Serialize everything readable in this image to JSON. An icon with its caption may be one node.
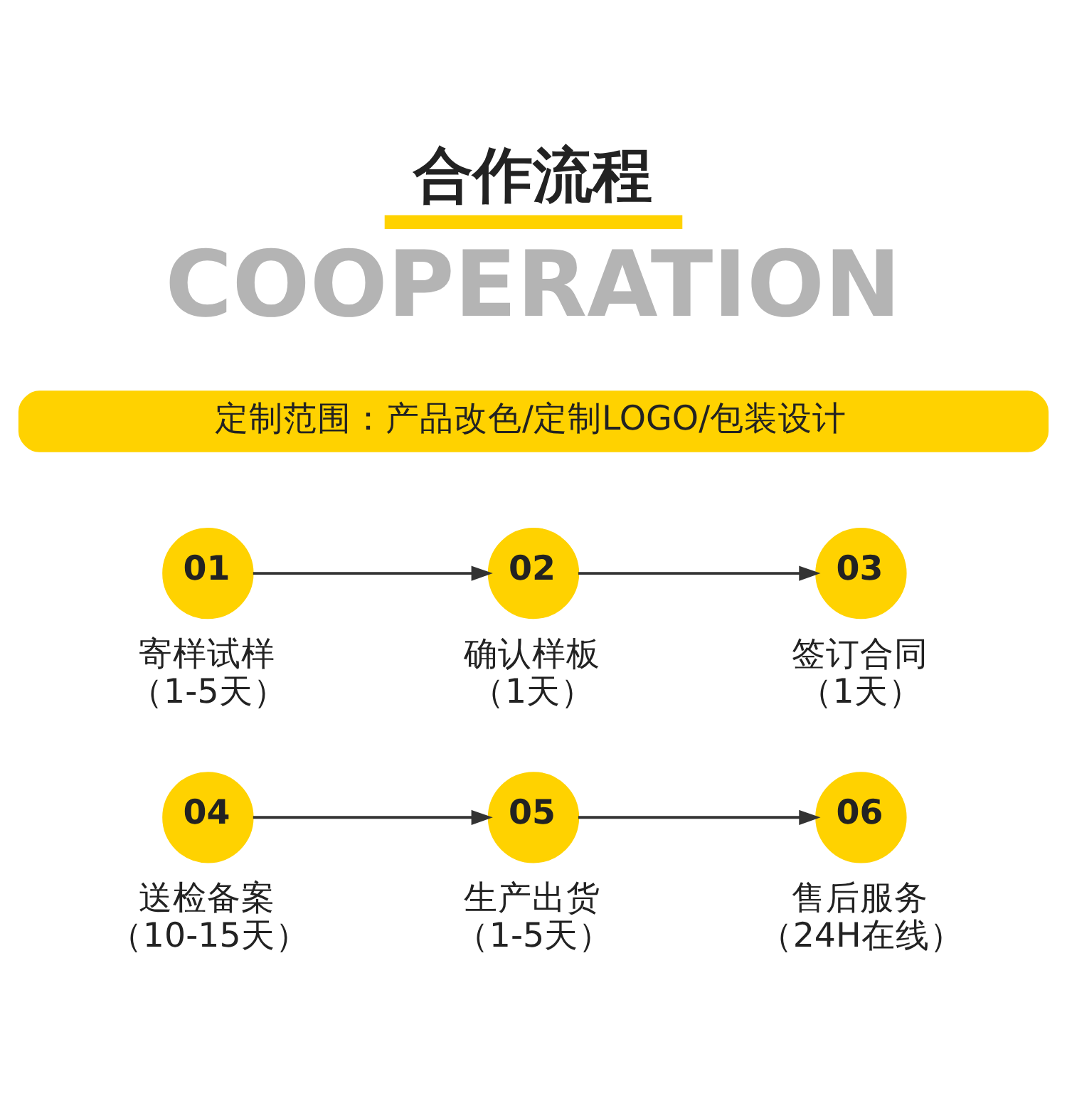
{
  "diagram": {
    "title": "合作流程",
    "nodes": [
      {
        "text": [
          "定制范围：产品改色/定制LOGO/包装设计"
        ]
      },
      {
        "text": [
          "01"
        ],
        "beside": [
          "寄样试样",
          "（1-5天）"
        ]
      },
      {
        "text": [
          "02"
        ],
        "beside": [
          "确认样板",
          "（1天）"
        ]
      },
      {
        "text": [
          "03"
        ],
        "beside": [
          "签订合同",
          "（1天）"
        ]
      },
      {
        "text": [
          "04"
        ],
        "beside": [
          "送检备案",
          "（10-15天）"
        ]
      },
      {
        "text": [
          "05"
        ],
        "beside": [
          "生产出货",
          "（1-5天）"
        ]
      },
      {
        "text": [
          "06"
        ],
        "beside": [
          "售后服务",
          "（24H在线）"
        ]
      }
    ],
    "edges": [
      {
        "from": 1,
        "to": 2,
        "arrow": "to"
      },
      {
        "from": 2,
        "to": 3,
        "arrow": "to"
      },
      {
        "from": 4,
        "to": 5,
        "arrow": "to"
      },
      {
        "from": 5,
        "to": 6,
        "arrow": "to"
      }
    ],
    "labels": [
      "COOPERATION"
    ]
  }
}
